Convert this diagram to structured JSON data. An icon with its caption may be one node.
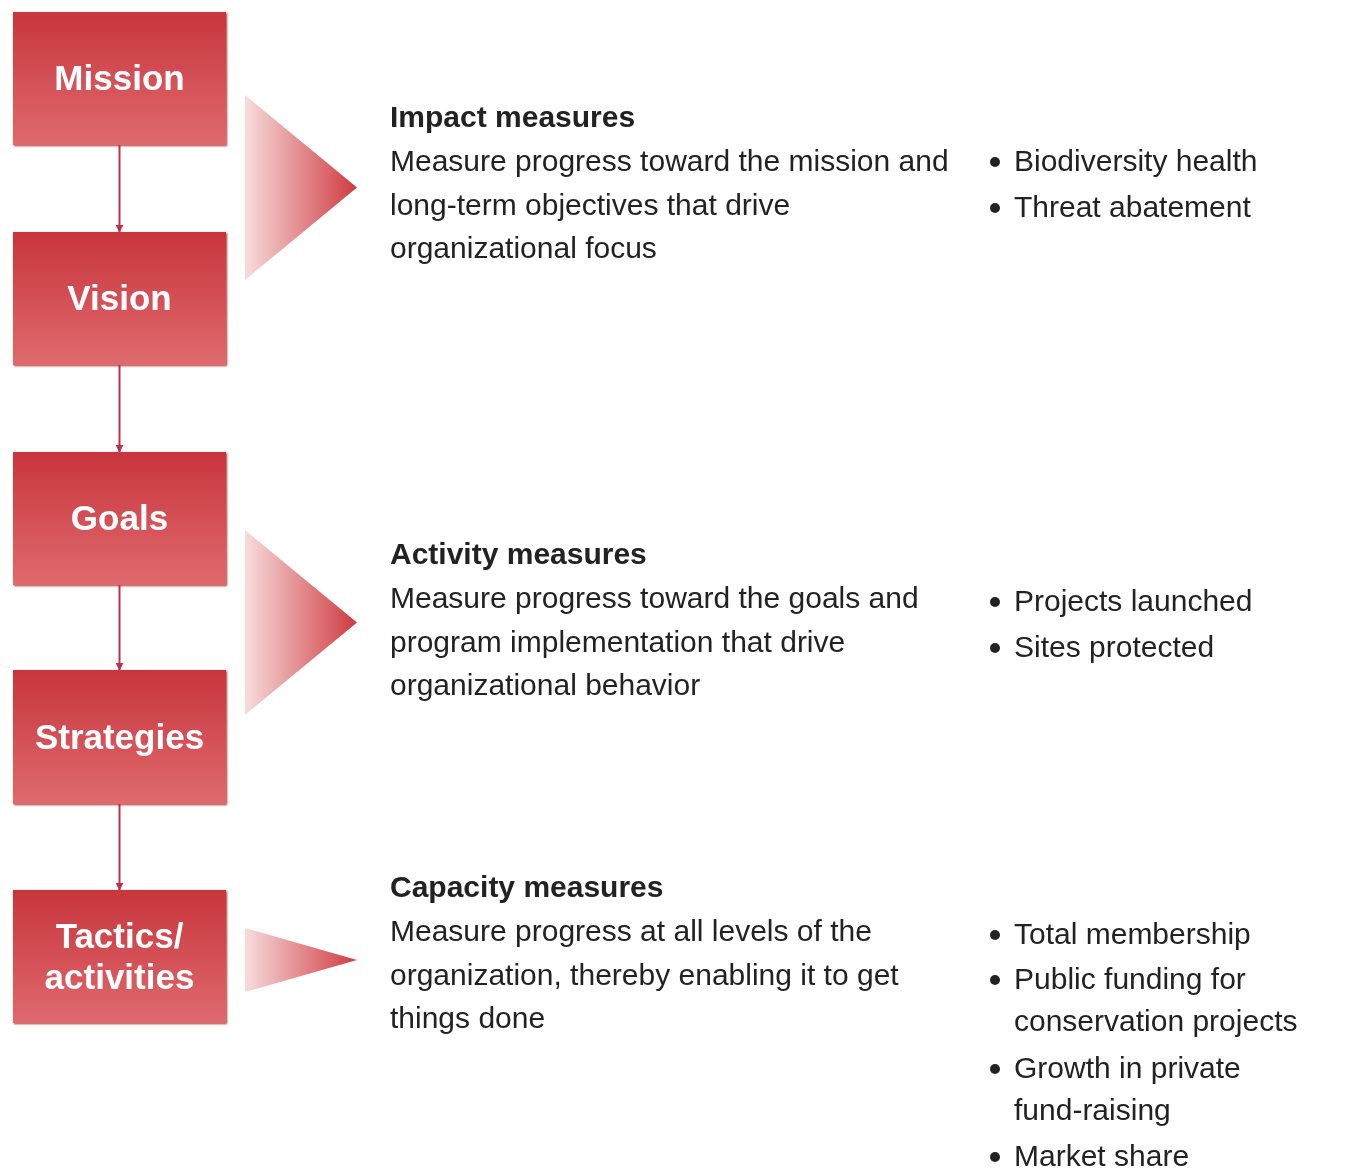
{
  "diagram": {
    "nodes": [
      {
        "text": [
          "Mission"
        ]
      },
      {
        "text": [
          "Vision"
        ]
      },
      {
        "text": [
          "Goals"
        ]
      },
      {
        "text": [
          "Strategies"
        ]
      },
      {
        "text": [
          "Tactics/ activities"
        ]
      },
      {
        "text": [
          "Impact measures",
          "Measure progress toward the mission and long-term objectives that drive organizational focus"
        ]
      },
      {
        "text": [
          "Activity measures",
          "Measure progress toward the goals and program implementation that drive organizational behavior"
        ]
      },
      {
        "text": [
          "Capacity measures",
          "Measure progress at all levels of the organization, thereby enabling it to get things done"
        ]
      }
    ],
    "edges": [
      {
        "from": 0,
        "to": 1,
        "arrow": "to"
      },
      {
        "from": 1,
        "to": 2,
        "arrow": "to"
      },
      {
        "from": 2,
        "to": 3,
        "arrow": "to"
      },
      {
        "from": 3,
        "to": 4,
        "arrow": "to"
      },
      {
        "from": 0,
        "to": 5,
        "arrow": "to",
        "style": "thick"
      },
      {
        "from": 1,
        "to": 5,
        "arrow": "to",
        "style": "thick"
      },
      {
        "from": 2,
        "to": 6,
        "arrow": "to",
        "style": "thick"
      },
      {
        "from": 3,
        "to": 6,
        "arrow": "to",
        "style": "thick"
      },
      {
        "from": 4,
        "to": 7,
        "arrow": "to",
        "style": "thick"
      }
    ],
    "labels": [
      "Biodiversity health",
      "Threat abatement",
      "Projects launched",
      "Sites protected",
      "Total membership",
      "Public funding for conservation projects",
      "Growth in private fund-raising",
      "Market share"
    ]
  }
}
